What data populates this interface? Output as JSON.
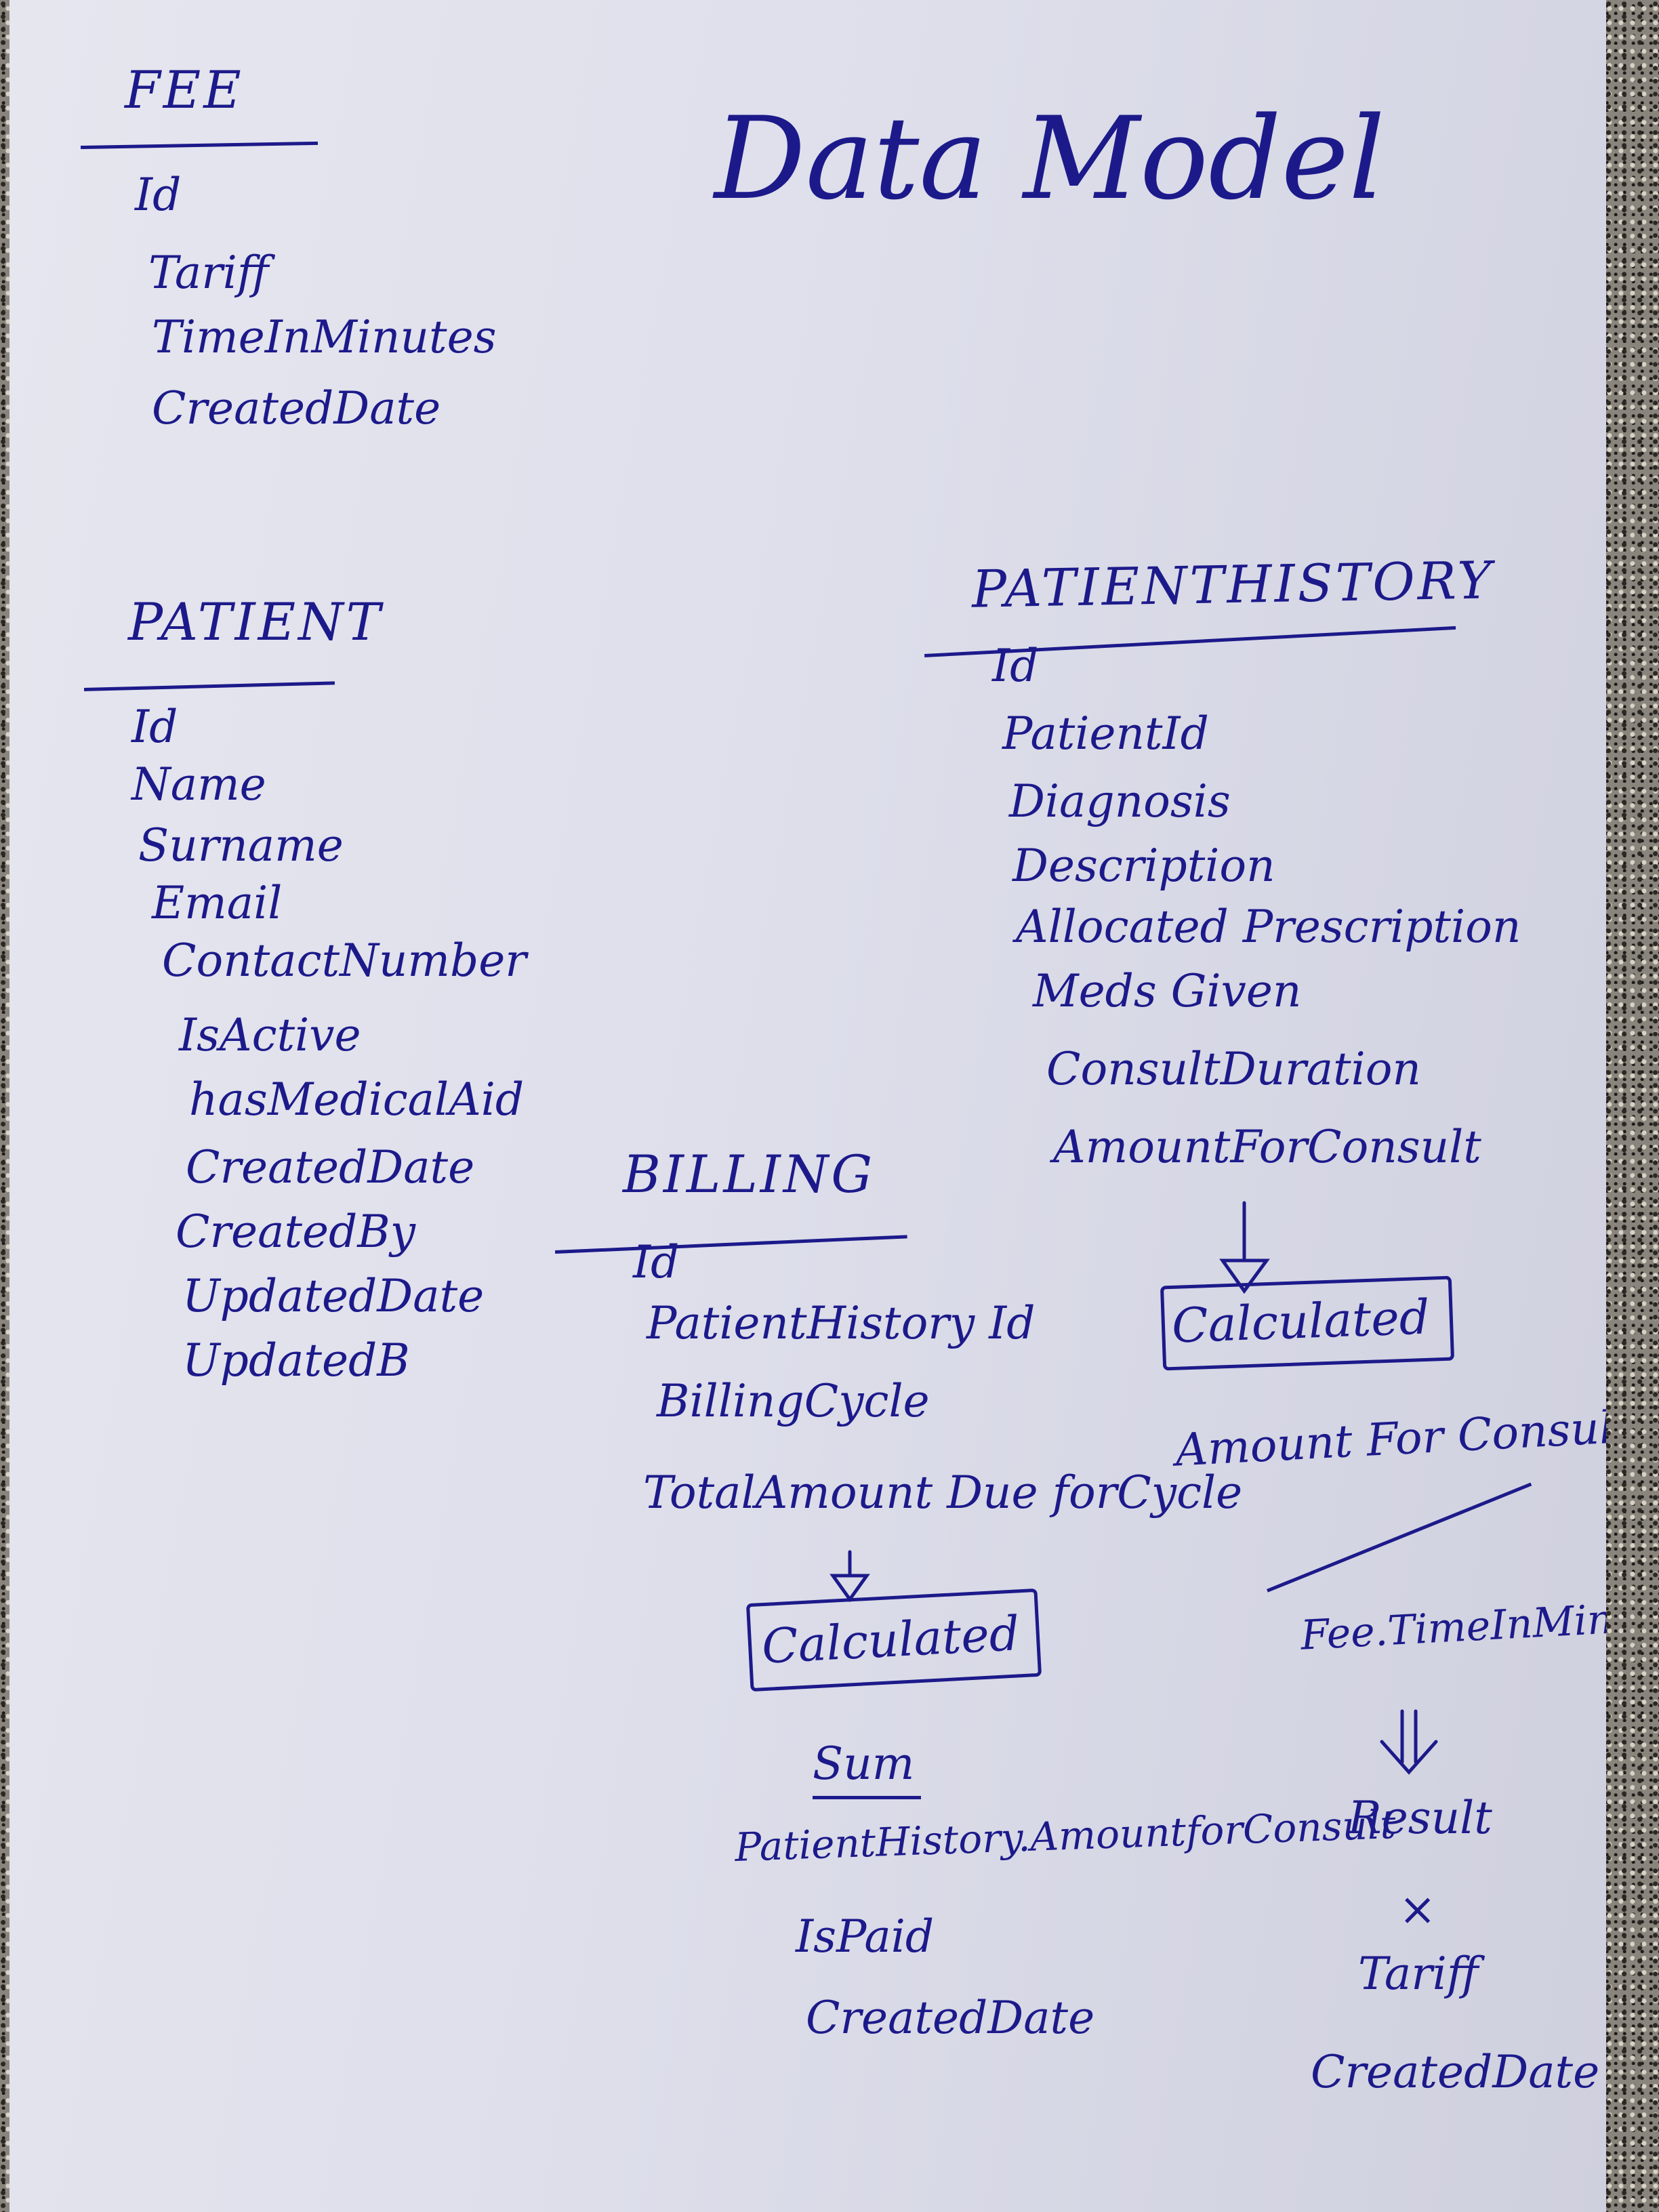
{
  "title": "Data Model",
  "fee": {
    "title": "FEE",
    "fields": [
      "Id",
      "Tariff",
      "TimeInMinutes",
      "CreatedDate"
    ]
  },
  "patient": {
    "title": "PATIENT",
    "fields": [
      "Id",
      "Name",
      "Surname",
      "Email",
      "ContactNumber",
      "IsActive",
      "hasMedicalAid",
      "CreatedDate",
      "CreatedBy",
      "UpdatedDate",
      "UpdatedB"
    ]
  },
  "patient_history": {
    "title": "PATIENTHISTORY",
    "fields": [
      "Id",
      "PatientId",
      "Diagnosis",
      "Description",
      "Allocated Prescription",
      "Meds Given",
      "ConsultDuration",
      "AmountForConsult"
    ],
    "calculated_label": "Calculated",
    "calc_field": "Amount For Consult",
    "formula_input": "Fee.TimeInMinut",
    "result_label": "Result",
    "times_symbol": "×",
    "tariff_label": "Tariff",
    "created_date": "CreatedDate"
  },
  "billing": {
    "title": "BILLING",
    "fields": [
      "Id",
      "PatientHistory Id",
      "BillingCycle",
      "TotalAmount Due forCycle"
    ],
    "calculated_label": "Calculated",
    "sum_label": "Sum",
    "sum_source": "PatientHistory.AmountforConsult",
    "is_paid": "IsPaid",
    "created_date": "CreatedDate"
  },
  "colors": {
    "ink": "#1c1a8a",
    "paper": "#e2e2ed"
  }
}
